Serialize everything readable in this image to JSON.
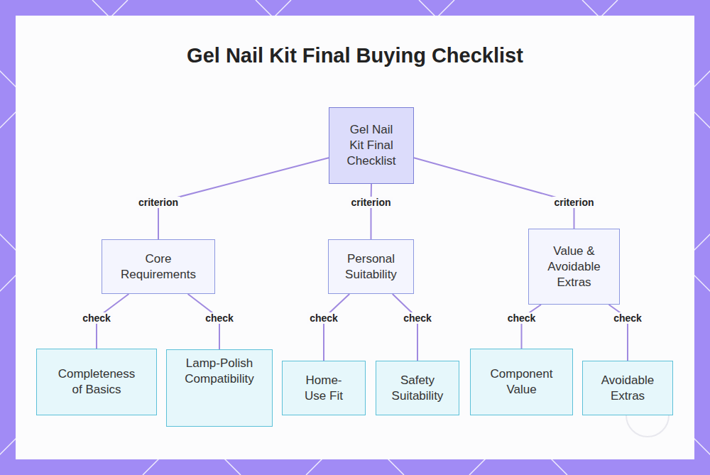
{
  "diagram": {
    "title": "Gel Nail Kit Final Buying Checklist",
    "nodes": [
      {
        "text": [
          "Gel Nail Kit Final Checklist"
        ]
      },
      {
        "text": [
          "Core Requirements"
        ]
      },
      {
        "text": [
          "Personal Suitability"
        ]
      },
      {
        "text": [
          "Value & Avoidable Extras"
        ]
      },
      {
        "text": [
          "Completeness of Basics"
        ]
      },
      {
        "text": [
          "Lamp-Polish Compatibility"
        ]
      },
      {
        "text": [
          "Home-Use Fit"
        ]
      },
      {
        "text": [
          "Safety Suitability"
        ]
      },
      {
        "text": [
          "Component Value"
        ]
      },
      {
        "text": [
          "Avoidable Extras"
        ]
      }
    ],
    "edges": [
      {
        "from": 0,
        "to": 1,
        "label": "criterion",
        "arrow": "none"
      },
      {
        "from": 0,
        "to": 2,
        "label": "criterion",
        "arrow": "none"
      },
      {
        "from": 0,
        "to": 3,
        "label": "criterion",
        "arrow": "none"
      },
      {
        "from": 1,
        "to": 4,
        "label": "check",
        "arrow": "none"
      },
      {
        "from": 1,
        "to": 5,
        "label": "check",
        "arrow": "none"
      },
      {
        "from": 2,
        "to": 6,
        "label": "check",
        "arrow": "none"
      },
      {
        "from": 2,
        "to": 7,
        "label": "check",
        "arrow": "none"
      },
      {
        "from": 3,
        "to": 8,
        "label": "check",
        "arrow": "none"
      },
      {
        "from": 3,
        "to": 9,
        "label": "check",
        "arrow": "none"
      }
    ]
  }
}
